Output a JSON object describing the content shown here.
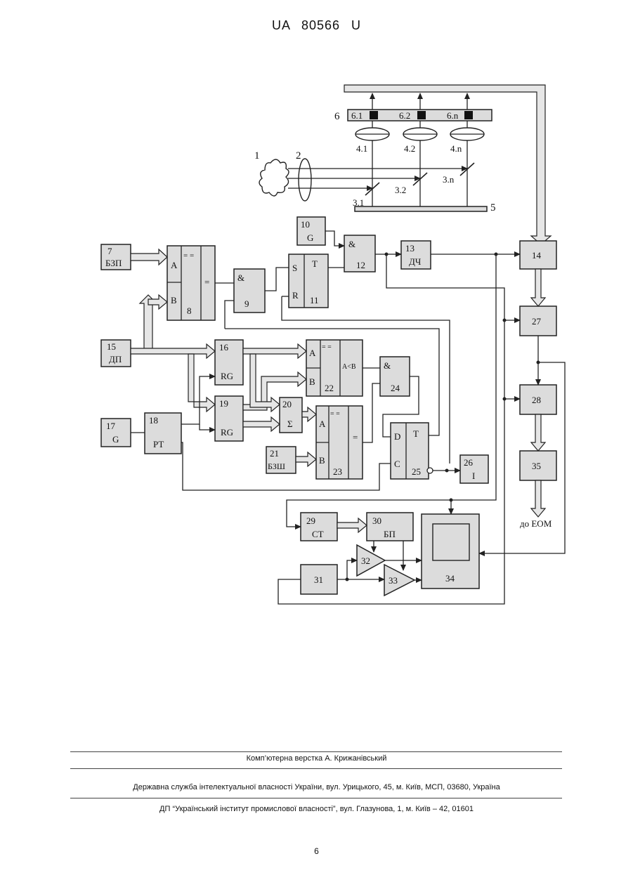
{
  "header": {
    "text": "UA   80566   U"
  },
  "blocks": {
    "b1": "1",
    "b2": "2",
    "b5": "5",
    "b6": "6",
    "s61": "6.1",
    "s62": "6.2",
    "s6n": "6.n",
    "l41": "4.1",
    "l42": "4.2",
    "l4n": "4.n",
    "m31": "3.1",
    "m32": "3.2",
    "m3n": "3.n",
    "b7n": "7",
    "b7t": "БЗП",
    "b8n": "8",
    "b8a": "A",
    "b8b": "B",
    "b8eq": "= =",
    "b8o": "=",
    "b9n": "9",
    "b9s": "&",
    "b10n": "10",
    "b10t": "G",
    "b11n": "11",
    "b11s": "S",
    "b11r": "R",
    "b11t": "T",
    "b12n": "12",
    "b12s": "&",
    "b13n": "13",
    "b13t": "ДЧ",
    "b14n": "14",
    "b15n": "15",
    "b15t": "ДП",
    "b16n": "16",
    "b16t": "RG",
    "b17n": "17",
    "b17t": "G",
    "b18n": "18",
    "b18t": "РТ",
    "b19n": "19",
    "b19t": "RG",
    "b20n": "20",
    "b20t": "Σ",
    "b21n": "21",
    "b21t": "БЗШ",
    "b22n": "22",
    "b22a": "A",
    "b22b": "B",
    "b22eq": "= =",
    "b22o": "A<B",
    "b23n": "23",
    "b23a": "A",
    "b23b": "B",
    "b23eq": "= =",
    "b23o": "=",
    "b24n": "24",
    "b24s": "&",
    "b25n": "25",
    "b25d": "D",
    "b25c": "C",
    "b25t": "T",
    "b26n": "26",
    "b26t": "I",
    "b27n": "27",
    "b28n": "28",
    "b29n": "29",
    "b29t": "СТ",
    "b30n": "30",
    "b30t": "БП",
    "b31n": "31",
    "b32n": "32",
    "b33n": "33",
    "b34n": "34",
    "b35n": "35",
    "eom": "до ЕОМ"
  },
  "footer": {
    "line1": "Комп’ютерна верстка А. Крижанівський",
    "line2": "Державна служба інтелектуальної власності України, вул. Урицького, 45, м. Київ, МСП, 03680, Україна",
    "line3": "ДП “Український інститут промислової власності”, вул. Глазунова, 1, м. Київ – 42, 01601"
  },
  "page_number": "6"
}
